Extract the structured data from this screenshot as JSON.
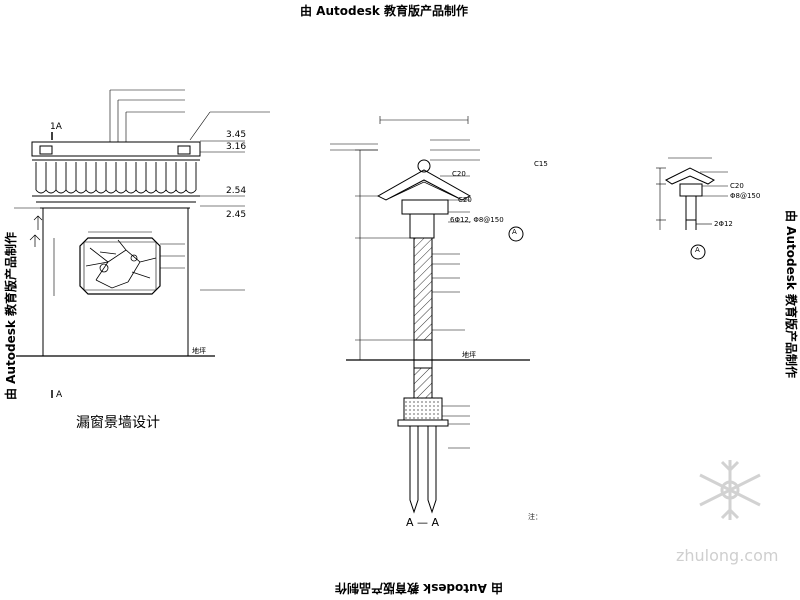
{
  "stamps": {
    "top": "由 Autodesk 教育版产品制作",
    "right": "由 Autodesk 教育版产品制作",
    "left": "由 Autodesk 教育版产品制作",
    "bottom": "由 Autodesk 教育版产品制作"
  },
  "elevation": {
    "title": "漏窗景墙设计",
    "section_mark_top": "1A",
    "section_mark_bottom": "A",
    "levels": [
      "3.45",
      "3.16",
      "2.54",
      "2.45"
    ],
    "ground": "地坪"
  },
  "section": {
    "title": "A — A",
    "ground": "地坪",
    "callouts": [
      "C15",
      "C20",
      "C20",
      "6Φ12, Φ8@150"
    ],
    "marker": "A"
  },
  "detail": {
    "marker": "A",
    "callouts": [
      "C20",
      "Φ8@150",
      "2Φ12"
    ]
  },
  "note": "注：",
  "watermark": "zhulong.com"
}
